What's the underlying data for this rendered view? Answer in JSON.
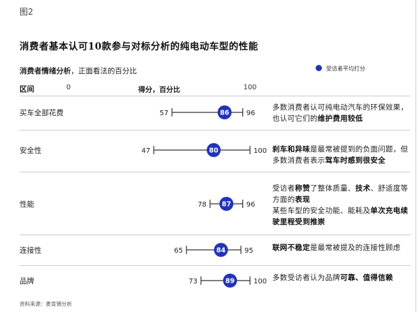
{
  "figure_label": "图2",
  "title": "消费者基本认可10款参与对标分析的纯电动车型的性能",
  "subtitle": {
    "bold": "消费者情绪分析",
    "rest": "，正面看法的百分比"
  },
  "legend_label": "受访者平均打分",
  "column_header": "区间",
  "source": "资料来源：麦肯锡分析",
  "colors": {
    "accent": "#2233bb",
    "line": "#333333",
    "separator": "#cccccc"
  },
  "chart_data": {
    "type": "range-dot",
    "xlabel": "得分，百分比",
    "xlim": [
      0,
      100
    ],
    "x_ticks": [
      0,
      100
    ],
    "categories": [
      "买车全部花费",
      "安全性",
      "性能",
      "连接性",
      "品牌"
    ],
    "series": [
      {
        "name": "受访者平均打分",
        "values": [
          86,
          80,
          87,
          84,
          89
        ]
      }
    ],
    "min": [
      57,
      47,
      78,
      65,
      73
    ],
    "max": [
      96,
      100,
      96,
      95,
      100
    ]
  },
  "comments": [
    [
      {
        "t": "多数消费者认可纯电动汽车的环保效果，也认可它们的"
      },
      {
        "t": "维护费用较低",
        "b": true
      }
    ],
    [
      {
        "t": "刹车和异味",
        "b": true
      },
      {
        "t": "是最常被提到的负面问题，但多数消费者表示"
      },
      {
        "t": "驾车时感到很安全",
        "b": true
      }
    ],
    [
      {
        "t": "受访者"
      },
      {
        "t": "称赞",
        "b": true
      },
      {
        "t": "了整体质量、"
      },
      {
        "t": "技术",
        "b": true
      },
      {
        "t": "、舒适度等方面的"
      },
      {
        "t": "表现",
        "b": true
      },
      {
        "t": "\n某些车型的安全功能、能耗及"
      },
      {
        "t": "单次充电续驶里程受到推崇",
        "b": true
      }
    ],
    [
      {
        "t": "联网不稳定",
        "b": true
      },
      {
        "t": "是最常被提及的连接性顾虑"
      }
    ],
    [
      {
        "t": "多数受访者认为品牌"
      },
      {
        "t": "可靠、值得信赖",
        "b": true
      }
    ]
  ]
}
